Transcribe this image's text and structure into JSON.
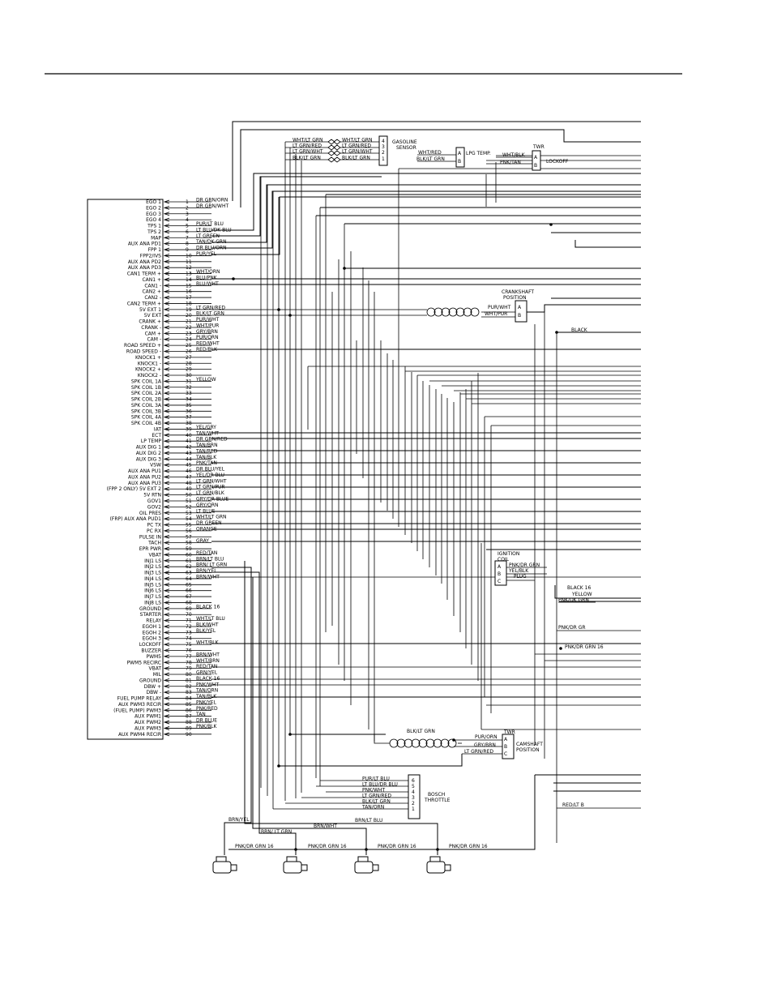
{
  "ecm_pins": [
    {
      "n": "1",
      "name": "EGO 1",
      "wire": "DR GRN/ORN"
    },
    {
      "n": "2",
      "name": "EGO 2",
      "wire": "DR GRN/WHT"
    },
    {
      "n": "3",
      "name": "EGO 3",
      "wire": ""
    },
    {
      "n": "4",
      "name": "EGO 4",
      "wire": ""
    },
    {
      "n": "5",
      "name": "TPS 1",
      "wire": "PUR/LT BLU"
    },
    {
      "n": "6",
      "name": "TPS 2",
      "wire": "LT BLU/DK BLU"
    },
    {
      "n": "7",
      "name": "MAP",
      "wire": "LT GREEN"
    },
    {
      "n": "8",
      "name": "AUX ANA PD1",
      "wire": "TAN/DK GRN"
    },
    {
      "n": "9",
      "name": "FPP 1",
      "wire": "DR BLU/ORN"
    },
    {
      "n": "10",
      "name": "FPP2/IVS",
      "wire": "PUR/YEL"
    },
    {
      "n": "11",
      "name": "AUX ANA PD2",
      "wire": ""
    },
    {
      "n": "12",
      "name": "AUX ANA PD3",
      "wire": ""
    },
    {
      "n": "13",
      "name": "CAN1 TERM +",
      "wire": "WHT/ORN"
    },
    {
      "n": "14",
      "name": "CAN1 +",
      "wire": "BLU/PNK"
    },
    {
      "n": "15",
      "name": "CAN1 -",
      "wire": "BLU/WHT"
    },
    {
      "n": "16",
      "name": "CAN2 +",
      "wire": ""
    },
    {
      "n": "17",
      "name": "CAN2 -",
      "wire": ""
    },
    {
      "n": "18",
      "name": "CAN2 TERM +",
      "wire": ""
    },
    {
      "n": "19",
      "name": "5V EXT 1",
      "wire": "LT GRN/RED"
    },
    {
      "n": "20",
      "name": "5V EXT",
      "wire": "BLK/LT GRN"
    },
    {
      "n": "21",
      "name": "CRANK +",
      "wire": "PUR/WHT"
    },
    {
      "n": "22",
      "name": "CRANK -",
      "wire": "WHT/PUR"
    },
    {
      "n": "23",
      "name": "CAM +",
      "wire": "GRY/BRN"
    },
    {
      "n": "24",
      "name": "CAM -",
      "wire": "PUR/ORN"
    },
    {
      "n": "25",
      "name": "ROAD SPEED +",
      "wire": "RED/WHT"
    },
    {
      "n": "26",
      "name": "ROAD SPEED -",
      "wire": "RED/BLK"
    },
    {
      "n": "27",
      "name": "KNOCK1 +",
      "wire": ""
    },
    {
      "n": "28",
      "name": "KNOCK1 -",
      "wire": ""
    },
    {
      "n": "29",
      "name": "KNOCK2 +",
      "wire": ""
    },
    {
      "n": "30",
      "name": "KNOCK2 -",
      "wire": ""
    },
    {
      "n": "31",
      "name": "SPK COIL 1A",
      "wire": "YELLOW"
    },
    {
      "n": "32",
      "name": "SPK COIL 1B",
      "wire": ""
    },
    {
      "n": "33",
      "name": "SPK COIL 2A",
      "wire": ""
    },
    {
      "n": "34",
      "name": "SPK COIL 2B",
      "wire": ""
    },
    {
      "n": "35",
      "name": "SPK COIL 3A",
      "wire": ""
    },
    {
      "n": "36",
      "name": "SPK COIL 3B",
      "wire": ""
    },
    {
      "n": "37",
      "name": "SPK COIL 4A",
      "wire": ""
    },
    {
      "n": "38",
      "name": "SPK COIL 4B",
      "wire": ""
    },
    {
      "n": "39",
      "name": "IAT",
      "wire": "YEL/GRY"
    },
    {
      "n": "40",
      "name": "ECT",
      "wire": "TAN/WHT"
    },
    {
      "n": "41",
      "name": "LP TEMP",
      "wire": "DR GRN/RED"
    },
    {
      "n": "42",
      "name": "AUX DIG 1",
      "wire": "TAN/BRN"
    },
    {
      "n": "43",
      "name": "AUX DIG 2",
      "wire": "TAN/RED"
    },
    {
      "n": "44",
      "name": "AUX DIG 3",
      "wire": "TAN/BLK"
    },
    {
      "n": "45",
      "name": "VSW",
      "wire": "PNK/TAN"
    },
    {
      "n": "46",
      "name": "AUX ANA PU1",
      "wire": "DR BLU/YEL"
    },
    {
      "n": "47",
      "name": "AUX ANA PU2",
      "wire": "YEL/DR BLU"
    },
    {
      "n": "48",
      "name": "AUX ANA PU3",
      "wire": "LT GRN/WHT"
    },
    {
      "n": "49",
      "name": "(FPP 2 ONLY) 5V EXT 2",
      "wire": "LT GRN/PUR"
    },
    {
      "n": "50",
      "name": "5V RTN",
      "wire": "LT GRN/BLK"
    },
    {
      "n": "51",
      "name": "GOV1",
      "wire": "GRY/DR BLUE"
    },
    {
      "n": "52",
      "name": "GOV2",
      "wire": "GRY/ORN"
    },
    {
      "n": "53",
      "name": "OIL PRES",
      "wire": "LT BLUE"
    },
    {
      "n": "54",
      "name": "(FRP) AUX ANA PUD1",
      "wire": "WHT/LT GRN"
    },
    {
      "n": "55",
      "name": "PC TX",
      "wire": "DR GREEN"
    },
    {
      "n": "56",
      "name": "PC RX",
      "wire": "ORANGE"
    },
    {
      "n": "57",
      "name": "PULSE IN",
      "wire": ""
    },
    {
      "n": "58",
      "name": "TACH",
      "wire": "GRAY"
    },
    {
      "n": "59",
      "name": "EPR PWR",
      "wire": ""
    },
    {
      "n": "60",
      "name": "VBAT",
      "wire": "RED/TAN"
    },
    {
      "n": "61",
      "name": "INJ1 LS",
      "wire": "BRN/LT BLU"
    },
    {
      "n": "62",
      "name": "INJ2 LS",
      "wire": "BRN/ LT GRN"
    },
    {
      "n": "63",
      "name": "INJ3 LS",
      "wire": "BRN/YEL"
    },
    {
      "n": "64",
      "name": "INJ4 LS",
      "wire": "BRN/WHT"
    },
    {
      "n": "65",
      "name": "INJ5 LS",
      "wire": ""
    },
    {
      "n": "66",
      "name": "INJ6 LS",
      "wire": ""
    },
    {
      "n": "67",
      "name": "INJ7 LS",
      "wire": ""
    },
    {
      "n": "68",
      "name": "INJ8 LS",
      "wire": ""
    },
    {
      "n": "69",
      "name": "GROUND",
      "wire": "BLACK 16"
    },
    {
      "n": "70",
      "name": "STARTER",
      "wire": ""
    },
    {
      "n": "71",
      "name": "RELAY",
      "wire": "WHT/LT BLU"
    },
    {
      "n": "72",
      "name": "EGOH 1",
      "wire": "BLK/WHT"
    },
    {
      "n": "73",
      "name": "EGOH 2",
      "wire": "BLK/YEL"
    },
    {
      "n": "74",
      "name": "EGOH 3",
      "wire": ""
    },
    {
      "n": "75",
      "name": "LOCKOFF",
      "wire": "WHT/BLK"
    },
    {
      "n": "76",
      "name": "BUZZER",
      "wire": ""
    },
    {
      "n": "77",
      "name": "PWM5",
      "wire": "BRN/WHT"
    },
    {
      "n": "78",
      "name": "PWM5 RECIRC",
      "wire": "WHT/BRN"
    },
    {
      "n": "79",
      "name": "VBAT",
      "wire": "RED/TAN"
    },
    {
      "n": "80",
      "name": "MIL",
      "wire": "GRN/YEL"
    },
    {
      "n": "81",
      "name": "GROUND",
      "wire": "BLACK 16"
    },
    {
      "n": "82",
      "name": "DBW +",
      "wire": "PNK/WHT"
    },
    {
      "n": "83",
      "name": "DBW -",
      "wire": "TAN/ORN"
    },
    {
      "n": "84",
      "name": "FUEL PUMP RELAY",
      "wire": "TAN/BLK"
    },
    {
      "n": "85",
      "name": "AUX PWM3 RECIR",
      "wire": "PNK/YEL"
    },
    {
      "n": "86",
      "name": "(FUEL PUMP) PWM3",
      "wire": "PNK/RED"
    },
    {
      "n": "87",
      "name": "AUX PWM1",
      "wire": "TAN"
    },
    {
      "n": "88",
      "name": "AUX PWM2",
      "wire": "DR BLUE"
    },
    {
      "n": "89",
      "name": "AUX PWM3",
      "wire": "PNK/BLK"
    },
    {
      "n": "90",
      "name": "AUX PWM4 RECIR",
      "wire": ""
    }
  ],
  "gasoline_sensor": {
    "title_1": "GASOLINE",
    "title_2": "SENSOR",
    "left_wires": [
      "WHT/LT GRN",
      "LT GRN/RED",
      "LT GRN/WHT",
      "BLK/LT GRN"
    ],
    "right_wires": [
      "WHT/LT GRN",
      "LT GRN/RED",
      "LT GRN/WHT",
      "BLK/LT GRN"
    ],
    "pins": [
      "4",
      "3",
      "2",
      "1"
    ]
  },
  "lpg_temp": {
    "title": "LPG TEMP.",
    "wires": [
      "WHT/RED",
      "BLK/LT GRN"
    ],
    "pins": [
      "A",
      "B"
    ]
  },
  "lockoff": {
    "title": "LOCKOFF",
    "connector": "TWR",
    "wires": [
      "WHT/BLK",
      "PNK/TAN"
    ],
    "pins": [
      "A",
      "B"
    ]
  },
  "crankshaft": {
    "title_1": "CRANKSHAFT",
    "title_2": "POSITION",
    "wires": [
      "PUR/WHT",
      "WHT/PUR"
    ],
    "pins": [
      "A",
      "B"
    ]
  },
  "black_label": "BLACK",
  "ignition_coil": {
    "title_1": "IGNITION",
    "title_2": "COIL",
    "wires": [
      "PNK/DR GRN",
      "YEL/BLK",
      "PLUG"
    ],
    "pins": [
      "A",
      "B",
      "C"
    ]
  },
  "right_labels": [
    "BLACK 16",
    "YELLOW",
    "PNK/DK GRN",
    "PNK/DR GR",
    "PNK/DR GRN 16",
    "RED/LT B"
  ],
  "camshaft": {
    "title_1": "CAMSHAFT",
    "title_2": "POSITION",
    "connector": "TWR",
    "coil_wire": "BLK/LT GRN",
    "wires": [
      "PUR/ORN",
      "GRY/BRN",
      "LT GRN/RED"
    ],
    "pins": [
      "A",
      "B",
      "C"
    ]
  },
  "throttle": {
    "title_1": "BOSCH",
    "title_2": "THROTTLE",
    "wires": [
      "PUR/LT BLU",
      "LT BLU/DR BLU",
      "PNK/WHT",
      "LT GRN/RED",
      "BLK/LT GRN",
      "TAN/ORN"
    ],
    "pins": [
      "6",
      "5",
      "4",
      "3",
      "2",
      "1"
    ]
  },
  "injector_labels": {
    "bus": "BRN/LT BLU",
    "i1": "BRN/YEL",
    "i2": "BRN/ LT GRN",
    "i3": "BRN/WHT",
    "pwr": "PNK/DR GRN 16"
  }
}
